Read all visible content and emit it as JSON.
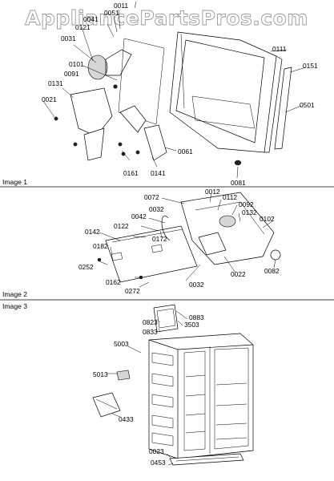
{
  "watermark": "AppliancePartsPros.com",
  "sections": {
    "image1": {
      "label": "Image 1",
      "parts": [
        "0011",
        "0051",
        "0041",
        "0121",
        "0031",
        "0101",
        "0091",
        "0131",
        "0021",
        "0161",
        "0141",
        "0061",
        "0081",
        "0111",
        "0151",
        "0501"
      ]
    },
    "image2": {
      "label": "Image 2",
      "parts": [
        "0072",
        "0012",
        "0112",
        "0092",
        "0132",
        "0102",
        "0042",
        "0032",
        "0122",
        "0172",
        "0142",
        "0182",
        "0252",
        "0162",
        "0272",
        "0032",
        "0022",
        "0082"
      ]
    },
    "image3": {
      "label": "Image 3",
      "parts": [
        "0883",
        "0823",
        "3503",
        "0833",
        "5003",
        "5013",
        "0433",
        "0023",
        "0453"
      ]
    }
  }
}
